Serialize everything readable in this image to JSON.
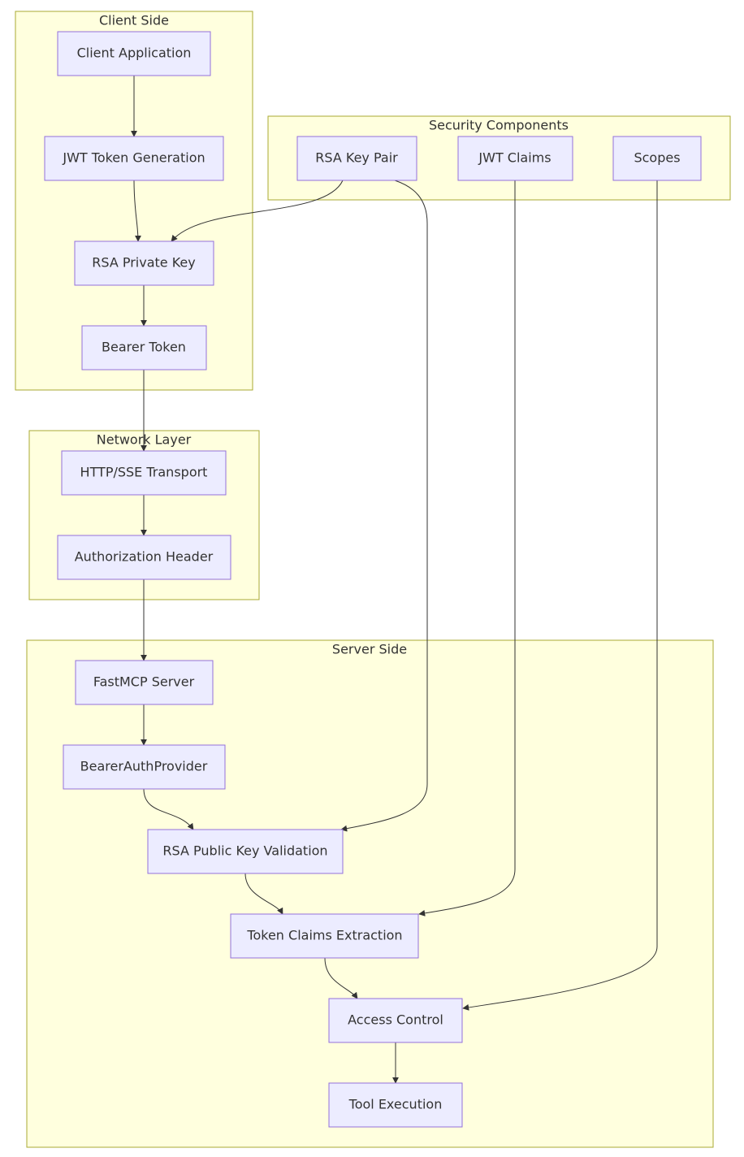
{
  "clusters": {
    "client": {
      "label": "Client Side"
    },
    "security": {
      "label": "Security Components"
    },
    "network": {
      "label": "Network Layer"
    },
    "server": {
      "label": "Server Side"
    }
  },
  "nodes": {
    "client_app": "Client Application",
    "jwt_gen": "JWT Token Generation",
    "rsa_private": "RSA Private Key",
    "bearer_token": "Bearer Token",
    "rsa_pair": "RSA Key Pair",
    "jwt_claims": "JWT Claims",
    "scopes": "Scopes",
    "http_sse": "HTTP/SSE Transport",
    "auth_header": "Authorization Header",
    "fastmcp": "FastMCP Server",
    "bearer_auth": "BearerAuthProvider",
    "rsa_public": "RSA Public Key Validation",
    "token_claims": "Token Claims Extraction",
    "access_control": "Access Control",
    "tool_exec": "Tool Execution"
  },
  "edges": [
    {
      "from": "client_app",
      "to": "jwt_gen"
    },
    {
      "from": "jwt_gen",
      "to": "rsa_private"
    },
    {
      "from": "rsa_pair",
      "to": "rsa_private"
    },
    {
      "from": "rsa_private",
      "to": "bearer_token"
    },
    {
      "from": "bearer_token",
      "to": "http_sse"
    },
    {
      "from": "http_sse",
      "to": "auth_header"
    },
    {
      "from": "auth_header",
      "to": "fastmcp"
    },
    {
      "from": "fastmcp",
      "to": "bearer_auth"
    },
    {
      "from": "bearer_auth",
      "to": "rsa_public"
    },
    {
      "from": "rsa_pair",
      "to": "rsa_public"
    },
    {
      "from": "rsa_public",
      "to": "token_claims"
    },
    {
      "from": "jwt_claims",
      "to": "token_claims"
    },
    {
      "from": "token_claims",
      "to": "access_control"
    },
    {
      "from": "scopes",
      "to": "access_control"
    },
    {
      "from": "access_control",
      "to": "tool_exec"
    }
  ],
  "colors": {
    "cluster_fill": "#ffffde",
    "cluster_stroke": "#aaaa33",
    "node_fill": "#ececff",
    "node_stroke": "#9370db",
    "edge": "#333333",
    "text": "#333333"
  }
}
